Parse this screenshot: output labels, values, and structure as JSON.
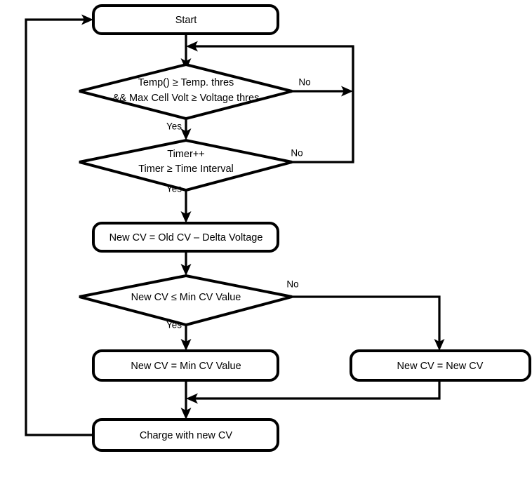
{
  "diagram": {
    "title": "Constant Voltage Charging Control Flowchart",
    "type": "flowchart",
    "background_color": "#ffffff",
    "line_color": "#000000",
    "text_color": "#000000",
    "nodes": [
      {
        "id": "start",
        "shape": "rounded-rectangle",
        "label": "Start"
      },
      {
        "id": "decision-temp-volt",
        "shape": "diamond",
        "label_line1_italic": "Temp()",
        "label_line1_rest": " ≥ Temp. thres",
        "label_line2": "&& Max Cell Volt ≥  Voltage thres"
      },
      {
        "id": "decision-timer",
        "shape": "diamond",
        "label_line1": "Timer++",
        "label_line2": "Timer ≥ Time Interval"
      },
      {
        "id": "process-new-cv",
        "shape": "rounded-rectangle",
        "label": "New CV = Old CV – Delta Voltage"
      },
      {
        "id": "decision-min-cv",
        "shape": "diamond",
        "label": "New CV ≤ Min CV Value"
      },
      {
        "id": "process-clamp-min",
        "shape": "rounded-rectangle",
        "label": "New CV = Min CV Value"
      },
      {
        "id": "process-keep-new",
        "shape": "rounded-rectangle",
        "label": "New CV = New CV"
      },
      {
        "id": "process-charge",
        "shape": "rounded-rectangle",
        "label": "Charge with new CV"
      }
    ],
    "edge_labels": {
      "temp_volt_yes": "Yes",
      "temp_volt_no": "No",
      "timer_yes": "Yes",
      "timer_no": "No",
      "min_cv_yes": "Yes",
      "min_cv_no": "No"
    }
  }
}
